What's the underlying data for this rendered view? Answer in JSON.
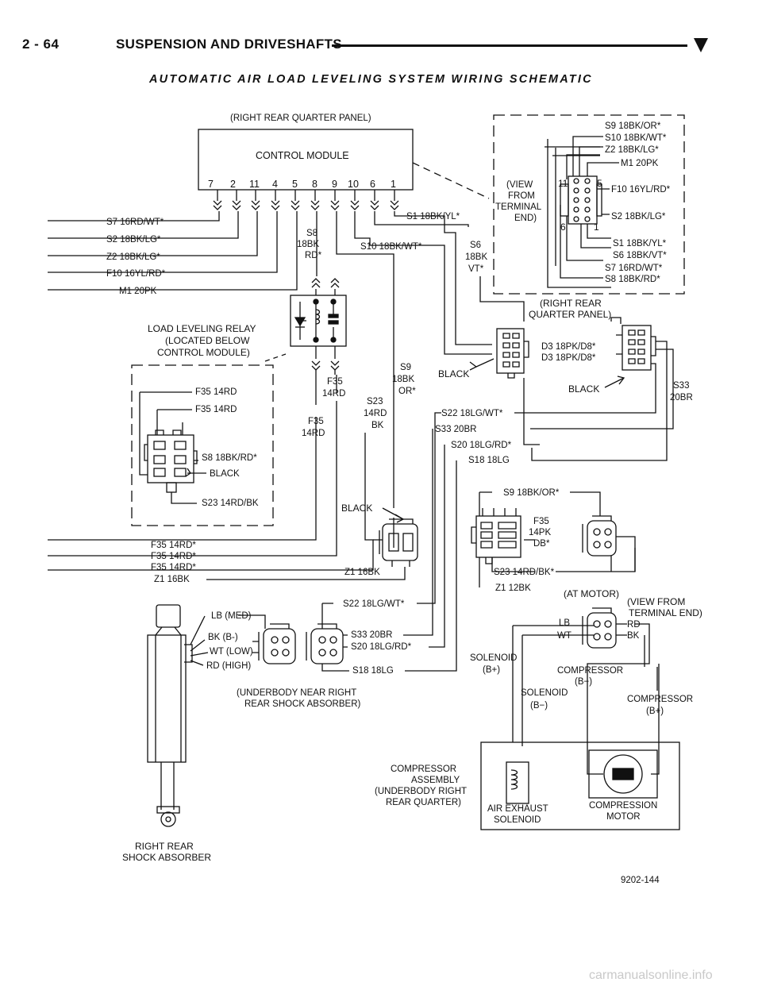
{
  "header": {
    "page_number": "2 - 64",
    "section_title": "SUSPENSION AND DRIVESHAFTS"
  },
  "title": "AUTOMATIC AIR LOAD LEVELING SYSTEM WIRING SCHEMATIC",
  "control_module": {
    "location": "(RIGHT REAR QUARTER PANEL)",
    "name": "CONTROL MODULE",
    "pins": [
      "7",
      "2",
      "11",
      "4",
      "5",
      "8",
      "9",
      "10",
      "6",
      "1"
    ]
  },
  "left_harness_wires": [
    "S7 16RD/WT*",
    "S2 18BK/LG*",
    "Z2 18BK/LG*",
    "F10 16YL/RD*",
    "M1 20PK"
  ],
  "module_wires": {
    "s1": "S1 18BK/YL*",
    "s10": "S10 18BK/WT*",
    "s8": [
      "S8",
      "18BK",
      "RD*"
    ],
    "s6": [
      "S6",
      "18BK",
      "VT*"
    ]
  },
  "connector_view": {
    "view_label": [
      "(VIEW",
      "FROM",
      "TERMINAL",
      "END)"
    ],
    "pin_top_left": "11",
    "pin_top_right": "5",
    "pin_bottom_left": "6",
    "pin_bottom_right": "1",
    "wires": [
      "S9 18BK/OR*",
      "S10 18BK/WT*",
      "Z2 18BK/LG*",
      "M1 20PK",
      "F10 16YL/RD*",
      "S2 18BK/LG*",
      "S1 18BK/YL*",
      "S6 18BK/VT*",
      "S7 16RD/WT*",
      "S8 18BK/RD*"
    ]
  },
  "relay": {
    "label": [
      "LOAD LEVELING RELAY",
      "(LOCATED BELOW",
      "CONTROL MODULE)"
    ],
    "wires": [
      "F35 14RD",
      "F35 14RD",
      "S8 18BK/RD*",
      "BLACK",
      "S23 14RD/BK"
    ]
  },
  "center_wires": {
    "s9": [
      "S9",
      "18BK",
      "OR*"
    ],
    "f35_a": [
      "F35",
      "14RD"
    ],
    "f35_b": [
      "F35",
      "14RD"
    ],
    "s23": [
      "S23",
      "14RD",
      "BK"
    ]
  },
  "rear_quarter": {
    "location": [
      "(RIGHT REAR",
      "QUARTER PANEL)"
    ],
    "connector_a_color": "BLACK",
    "connector_b_color": "BLACK",
    "d3_a": "D3 18PK/D8*",
    "d3_b": "D3 18PK/D8*",
    "s33": [
      "S33",
      "20BR"
    ]
  },
  "mid_wires": [
    "S22 18LG/WT*",
    "S33 20BR",
    "S20 18LG/RD*",
    "S18 18LG"
  ],
  "motor_connector": {
    "s9": "S9 18BK/OR*",
    "f35": [
      "F35",
      "14PK",
      "DB*"
    ],
    "s23": "S23 14RD/BK*",
    "z1": "Z1 12BK",
    "at_motor": "(AT MOTOR)"
  },
  "lower_left_wires": {
    "black": "BLACK",
    "list": [
      "F35 14RD*",
      "F35 14RD*",
      "F35 14RD*",
      "Z1 16BK"
    ],
    "z1_right": "Z1 16BK"
  },
  "shock": {
    "wires": [
      "LB (MED)",
      "BK (B-)",
      "WT (LOW)",
      "RD (HIGH)"
    ],
    "label": [
      "RIGHT REAR",
      "SHOCK ABSORBER"
    ],
    "underbody": [
      "(UNDERBODY NEAR RIGHT",
      "REAR SHOCK ABSORBER)"
    ]
  },
  "underbody_connector": [
    "S22 18LG/WT*",
    "S33 20BR",
    "S20 18LG/RD*",
    "S18 18LG"
  ],
  "compressor": {
    "view_label": [
      "(VIEW FROM",
      "TERMINAL END)"
    ],
    "pins": {
      "lb": "LB",
      "wt": "WT",
      "rd": "RD",
      "bk": "BK"
    },
    "solenoid_bplus": [
      "SOLENOID",
      "(B+)"
    ],
    "solenoid_bminus": [
      "SOLENOID",
      "(B−)"
    ],
    "compressor_bminus": [
      "COMPRESSOR",
      "(B−)"
    ],
    "compressor_bplus": [
      "COMPRESSOR",
      "(B+)"
    ],
    "assembly": [
      "COMPRESSOR",
      "ASSEMBLY",
      "(UNDERBODY RIGHT",
      "REAR QUARTER)"
    ],
    "exhaust": [
      "AIR EXHAUST",
      "SOLENOID"
    ],
    "motor": [
      "COMPRESSION",
      "MOTOR"
    ]
  },
  "figure_id": "9202-144",
  "watermark": "carmanualsonline.info"
}
